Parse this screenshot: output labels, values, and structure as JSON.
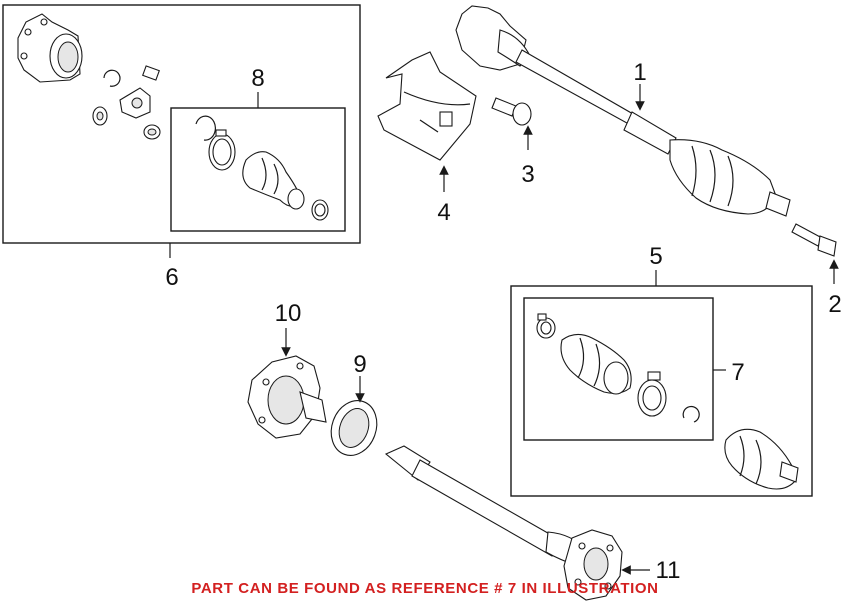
{
  "callouts": {
    "c1": "1",
    "c2": "2",
    "c3": "3",
    "c4": "4",
    "c5": "5",
    "c6": "6",
    "c7": "7",
    "c8": "8",
    "c9": "9",
    "c10": "10",
    "c11": "11"
  },
  "note": {
    "text": "PART CAN BE FOUND AS REFERENCE # 7 IN ILLUSTRATION",
    "color": "#d32020"
  }
}
